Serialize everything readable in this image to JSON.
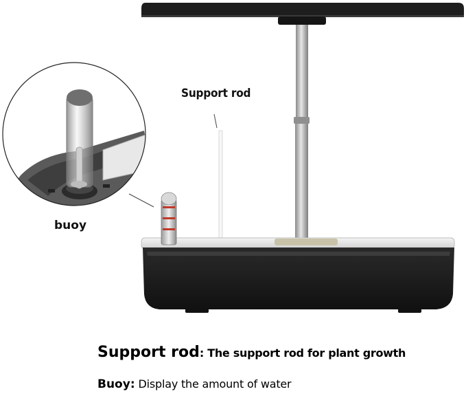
{
  "callouts": {
    "support_rod": "Support rod",
    "buoy": "buoy"
  },
  "captions": [
    {
      "term": "Support rod",
      "description": ": The support rod for plant growth"
    },
    {
      "term": "Buoy:",
      "description": " Display the amount of water"
    }
  ],
  "colors": {
    "base": "#222222",
    "lamp": "#1e1e1e",
    "rod": "#b0b0b0",
    "tray": "#e8e8e8",
    "buoy_red": "#c0392b"
  }
}
